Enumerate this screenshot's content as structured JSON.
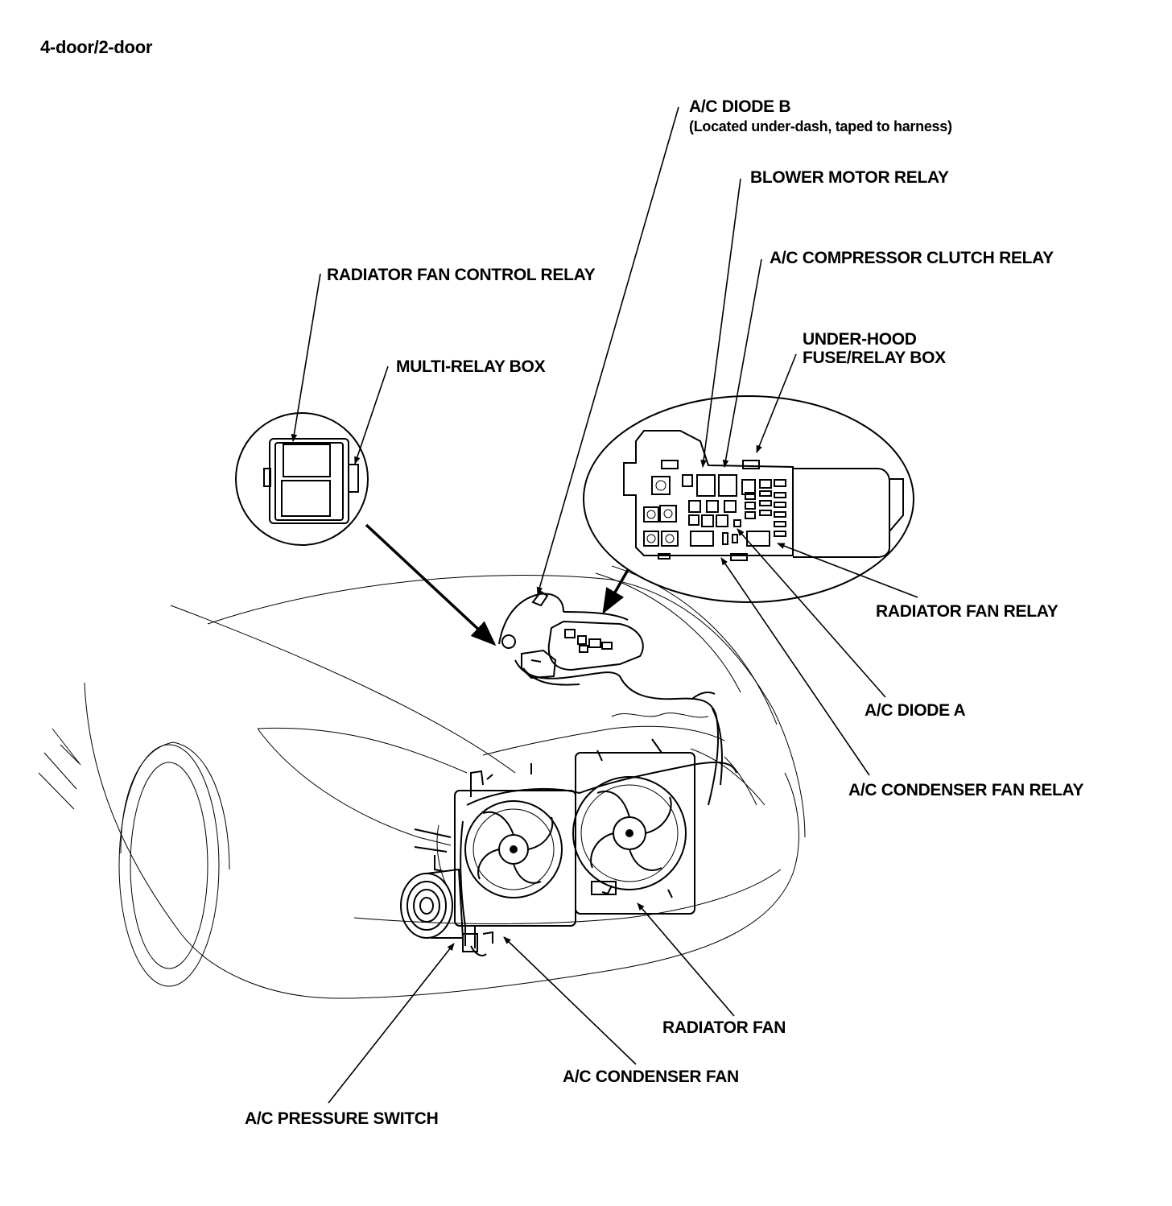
{
  "header": {
    "title": "4-door/2-door"
  },
  "labels": {
    "ac_diode_b": "A/C DIODE B",
    "ac_diode_b_note": "(Located under-dash, taped to harness)",
    "blower_motor_relay": "BLOWER MOTOR RELAY",
    "ac_compressor_clutch_relay": "A/C COMPRESSOR CLUTCH RELAY",
    "radiator_fan_control_relay": "RADIATOR FAN CONTROL RELAY",
    "under_hood_line1": "UNDER-HOOD",
    "under_hood_line2": "FUSE/RELAY BOX",
    "multi_relay_box": "MULTI-RELAY BOX",
    "radiator_fan_relay": "RADIATOR FAN RELAY",
    "ac_diode_a": "A/C DIODE A",
    "ac_condenser_fan_relay": "A/C CONDENSER FAN RELAY",
    "radiator_fan": "RADIATOR FAN",
    "ac_condenser_fan": "A/C CONDENSER FAN",
    "ac_pressure_switch": "A/C PRESSURE SWITCH"
  }
}
